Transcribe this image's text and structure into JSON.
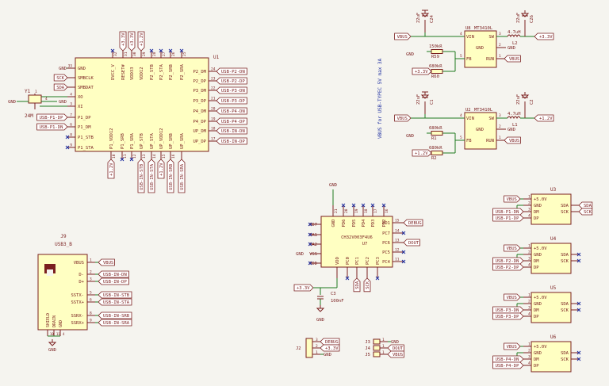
{
  "hub": {
    "ref": "U1",
    "left_pins": [
      [
        "33",
        "GND"
      ],
      [
        "",
        "SMBCLK"
      ],
      [
        "",
        "SMBDAT"
      ],
      [
        "4",
        "XO"
      ],
      [
        "3",
        "XI"
      ],
      [
        "7",
        "P1_DP"
      ],
      [
        "6",
        "P1_DM"
      ],
      [
        "8",
        "P1_STB"
      ],
      [
        "9",
        "P1_STA"
      ]
    ],
    "top_pins": [
      [
        "32",
        "DVCC_V"
      ],
      [
        "31",
        "RESET#"
      ],
      [
        "30",
        "VDD33"
      ],
      [
        "29",
        "VDD12"
      ],
      [
        "28",
        "P2_STB"
      ],
      [
        "27",
        "P2_STA"
      ],
      [
        "26",
        "P2_SRB"
      ],
      [
        "25",
        "P2_SRA"
      ]
    ],
    "right_pins": [
      [
        "24",
        "P2_DM"
      ],
      [
        "23",
        "P2_DP"
      ],
      [
        "22",
        "P3_DM"
      ],
      [
        "21",
        "P3_DP"
      ],
      [
        "20",
        "P4_DM"
      ],
      [
        "19",
        "P4_DP"
      ],
      [
        "18",
        "UP_DM"
      ],
      [
        "17",
        "UP_DP"
      ]
    ],
    "bottom_pins": [
      [
        "10",
        "P1_VDD12"
      ],
      [
        "11",
        "P1_SRB"
      ],
      [
        "12",
        "P1_SRA"
      ],
      [
        "13",
        "UP_STB"
      ],
      [
        "14",
        "UP_STA"
      ],
      [
        "15",
        "UP_VDD12"
      ],
      [
        "16",
        "UP_SRB"
      ],
      [
        "",
        "UP_SRA"
      ]
    ],
    "right_labels": [
      "USB-P2-DN",
      "USB-P2-DP",
      "USB-P3-DN",
      "USB-P3-DP",
      "USB-P4-DN",
      "USB-P4-DP",
      "USB-IN-DN",
      "USB-IN-DP"
    ],
    "left_labels": [
      "GND",
      "SCK",
      "SDA"
    ],
    "p1_labels": [
      "USB-P1-DP",
      "USB-P1-DN"
    ],
    "top_labels": [
      "+3.3V",
      "+3.3V",
      "+1.2V"
    ],
    "bottom_labels": [
      "+1.2V",
      "USB-IN-STB",
      "USB-IN-STA",
      "+1.2V",
      "USB-IN-SRB",
      "USB-IN-SRA"
    ]
  },
  "crystal": {
    "ref": "Y1",
    "value": "24M",
    "gnd1": "GND",
    "gnd2": "GND",
    "pin1": "1",
    "pin3": "3",
    "pin2": "2",
    "pin4": "4"
  },
  "reg_top": {
    "ref": "U8",
    "part": "MT3410L",
    "pins_left": [
      [
        "4",
        "VIN"
      ],
      [
        "2",
        "GND"
      ],
      [
        "5",
        "FB"
      ]
    ],
    "pins_right": [
      [
        "3",
        "SW"
      ],
      [
        "",
        "RUN"
      ]
    ],
    "pin_right_num": "1",
    "cap_in": "22uF",
    "cap_in_ref": "C24",
    "cap_out": "22uF",
    "cap_out_ref": "C26",
    "ind": "4.7uH",
    "ind_ref": "L2",
    "r1": "150kR",
    "r1_ref": "R59",
    "r2": "680kR",
    "r2_ref": "R60",
    "vbus": "VBUS",
    "vout": "+3.3V",
    "run": "VBUS",
    "fb_out": "+3.3V"
  },
  "reg_bot": {
    "ref": "U2",
    "part": "MT3410L",
    "pins_left": [
      [
        "4",
        "VIN"
      ],
      [
        "2",
        "GND"
      ],
      [
        "5",
        "FB"
      ]
    ],
    "pins_right": [
      [
        "3",
        "SW"
      ],
      [
        "",
        "RUN"
      ]
    ],
    "pin_right_num": "1",
    "cap_in": "22uF",
    "cap_in_ref": "C1",
    "cap_out": "22uF",
    "cap_out_ref": "C2",
    "ind": "4.7uH",
    "ind_ref": "L1",
    "r1": "680kR",
    "r1_ref": "R1",
    "r2": "680kR",
    "r2_ref": "R2",
    "vbus": "VBUS",
    "vout": "+1.2V",
    "run": "VBUS",
    "fb_out": "+1.2V"
  },
  "note": "VBUS for USB-TYPEC 5V max 3A",
  "mcu": {
    "ref": "U7",
    "part": "CH32V003F4U6",
    "gnd": "GND",
    "top_pins": [
      [
        "21",
        "GND"
      ],
      [
        "20",
        "PD6"
      ],
      [
        "19",
        "PD5"
      ],
      [
        "18",
        "PD4"
      ],
      [
        "17",
        "PD3"
      ],
      [
        "16",
        "PD2"
      ]
    ],
    "left_pins": [
      [
        "",
        "PD7"
      ],
      [
        "",
        "PA1"
      ],
      [
        "",
        "PA2"
      ],
      [
        "",
        "VSS"
      ],
      [
        "",
        "PDD"
      ]
    ],
    "right_pins": [
      [
        "15",
        "PD1"
      ],
      [
        "14",
        "PC7"
      ],
      [
        "13",
        "PC6"
      ],
      [
        "12",
        "PC5"
      ],
      [
        "11",
        "PC4"
      ]
    ],
    "bottom_pins": [
      [
        "",
        "VDD"
      ],
      [
        "",
        "PC0"
      ],
      [
        "",
        "PC1"
      ],
      [
        "",
        "PC2"
      ],
      [
        "",
        "PC3"
      ]
    ],
    "labels": {
      "debug": "DEBUG",
      "dout": "DOUT",
      "gnd_left": "GND",
      "v33": "+3.3V",
      "sda": "SDA",
      "sck": "SCK"
    },
    "cap": "C3",
    "cap_val": "100nF",
    "cap_gnd": "GND",
    "pin_num": "4",
    "pin_num2": "8",
    "pin_num3": "6",
    "pin_num4": "10"
  },
  "usb3": {
    "ref": "J9",
    "part": "USB3_B",
    "pins": [
      [
        "1",
        "VBUS"
      ],
      [
        "2",
        "D-"
      ],
      [
        "3",
        "D+"
      ],
      [
        "5",
        "SSTX-"
      ],
      [
        "6",
        "SSTX+"
      ],
      [
        "8",
        "SSRX-"
      ],
      [
        "9",
        "SSRX+"
      ]
    ],
    "labels": [
      "VBUS",
      "USB-IN-DN",
      "USB-IN-DP",
      "USB-IN-STB",
      "USB-IN-STA",
      "USB-IN-SRB",
      "USB-IN-SRA"
    ],
    "bottom": [
      "SHIELD",
      "DRAIN",
      "GND"
    ],
    "bottom_nums": [
      "10",
      "11",
      "4"
    ],
    "gnd": "GND"
  },
  "headers": [
    {
      "ref": "J2",
      "pins": [
        [
          "3",
          "DEBUG"
        ],
        [
          "2",
          "+3.3V"
        ],
        [
          "1",
          "GND"
        ]
      ]
    },
    {
      "ref": "J3",
      "pins": [
        [
          "1",
          "GND"
        ]
      ]
    },
    {
      "ref": "J4",
      "pins": [
        [
          "1",
          "DOUT"
        ]
      ]
    },
    {
      "ref": "J5",
      "pins": [
        [
          "1",
          "VBUS"
        ]
      ]
    }
  ],
  "ports": [
    {
      "ref": "U3",
      "vbus": "VBUS",
      "dn": "USB-P1-DN",
      "dp": "USB-P1-DP",
      "sda": "SDA",
      "sck": "SCK",
      "nc": false
    },
    {
      "ref": "U4",
      "vbus": "VBUS",
      "dn": "USB-P2-DN",
      "dp": "USB-P2-DP",
      "sda": "",
      "sck": "",
      "nc": true
    },
    {
      "ref": "U5",
      "vbus": "VBUS",
      "dn": "USB-P3-DN",
      "dp": "USB-P3-DP",
      "sda": "",
      "sck": "",
      "nc": true
    },
    {
      "ref": "U6",
      "vbus": "VBUS",
      "dn": "USB-P4-DN",
      "dp": "USB-P4-DP",
      "sda": "",
      "sck": "",
      "nc": true
    }
  ],
  "port_pin_labels": {
    "p1": "+5.0V",
    "p2": "GND",
    "p3": "DM",
    "p4": "DP",
    "p5": "SDA",
    "p6": "SCK"
  }
}
